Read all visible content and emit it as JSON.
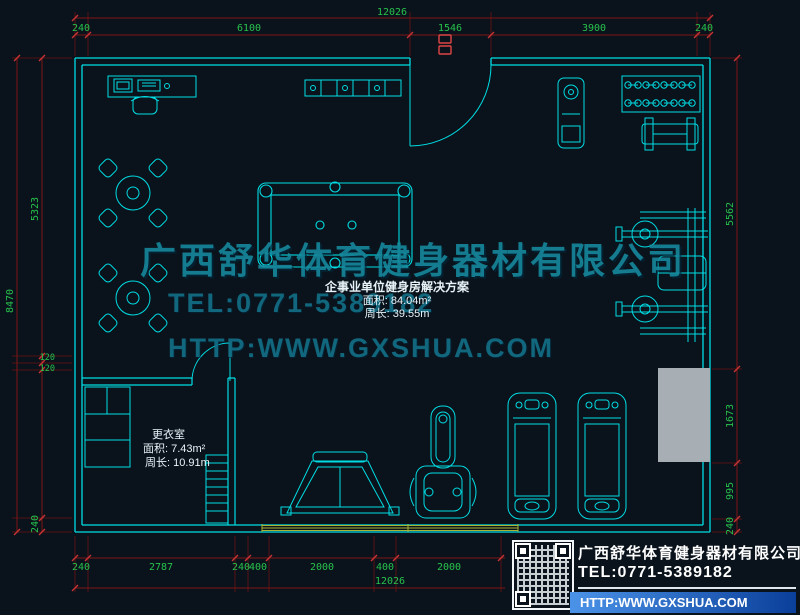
{
  "colors": {
    "background": "#0a131c",
    "line": "#00dde4",
    "dim_line": "#7d1616",
    "dim_tick": "#c93434",
    "dim_text": "#27c24c",
    "watermark": "#178ea2",
    "window": "#a9b435",
    "column_fill": "#a7aeb4",
    "label": "#e8f3f8",
    "accent_blue": "#0a3f9a",
    "marker_red": "#e04545"
  },
  "dims": {
    "top_overall": "12026",
    "top_segments": [
      "240",
      "6100",
      "1546",
      "3900",
      "240"
    ],
    "bottom_segments": [
      "240",
      "2787",
      "240",
      "400",
      "2000",
      "400",
      "2000"
    ],
    "bottom_overall": "12026",
    "left_overall": "8470",
    "left_segments": [
      "5323",
      "120",
      "120",
      "240"
    ],
    "right_segments": [
      "5562",
      "1673",
      "995",
      "240"
    ]
  },
  "room": {
    "title": "企事业单位健身房解决方案",
    "area": "面积: 84.04m²",
    "perimeter": "周长: 39.55m"
  },
  "changing_room": {
    "name": "更衣室",
    "area": "面积: 7.43m²",
    "perimeter": "周长: 10.91m"
  },
  "watermark": {
    "company": "广西舒华体育健身器材有限公司",
    "tel": "TEL:0771-5389182",
    "website": "HTTP:WWW.GXSHUA.COM"
  },
  "title_block": {
    "company": "广西舒华体育健身器材有限公司",
    "tel": "TEL:0771-5389182",
    "website": "HTTP:WWW.GXSHUA.COM"
  }
}
